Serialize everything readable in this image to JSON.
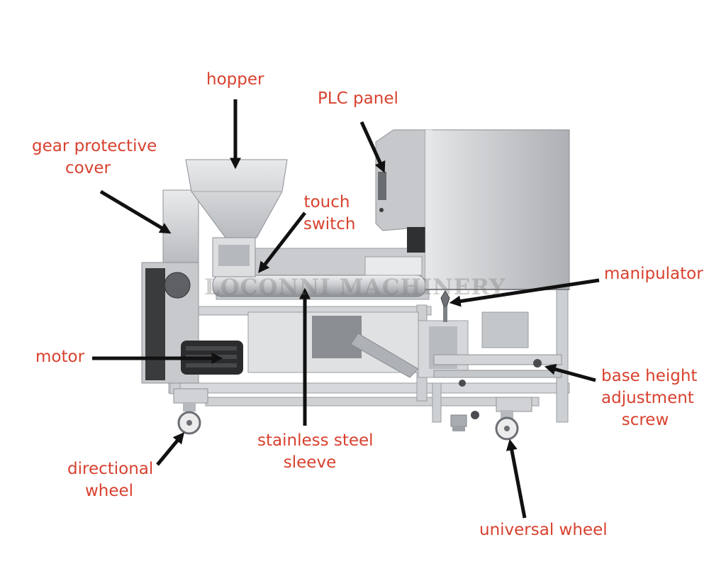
{
  "colors": {
    "label": "#d8412f",
    "arrow": "#111111",
    "steel": "#b9bcc0"
  },
  "watermark": "LOCONNI MACHINERY",
  "labels": {
    "hopper": "hopper",
    "plc_panel": "PLC panel",
    "gear_cover": [
      "gear protective",
      "cover"
    ],
    "touch_switch": [
      "touch",
      "switch"
    ],
    "manipulator": "manipulator",
    "motor": "motor",
    "base_screw": [
      "base height",
      "adjustment",
      "screw"
    ],
    "sleeve": [
      "stainless steel",
      "sleeve"
    ],
    "directional_wheel": [
      "directional",
      "wheel"
    ],
    "universal_wheel": "universal wheel"
  }
}
